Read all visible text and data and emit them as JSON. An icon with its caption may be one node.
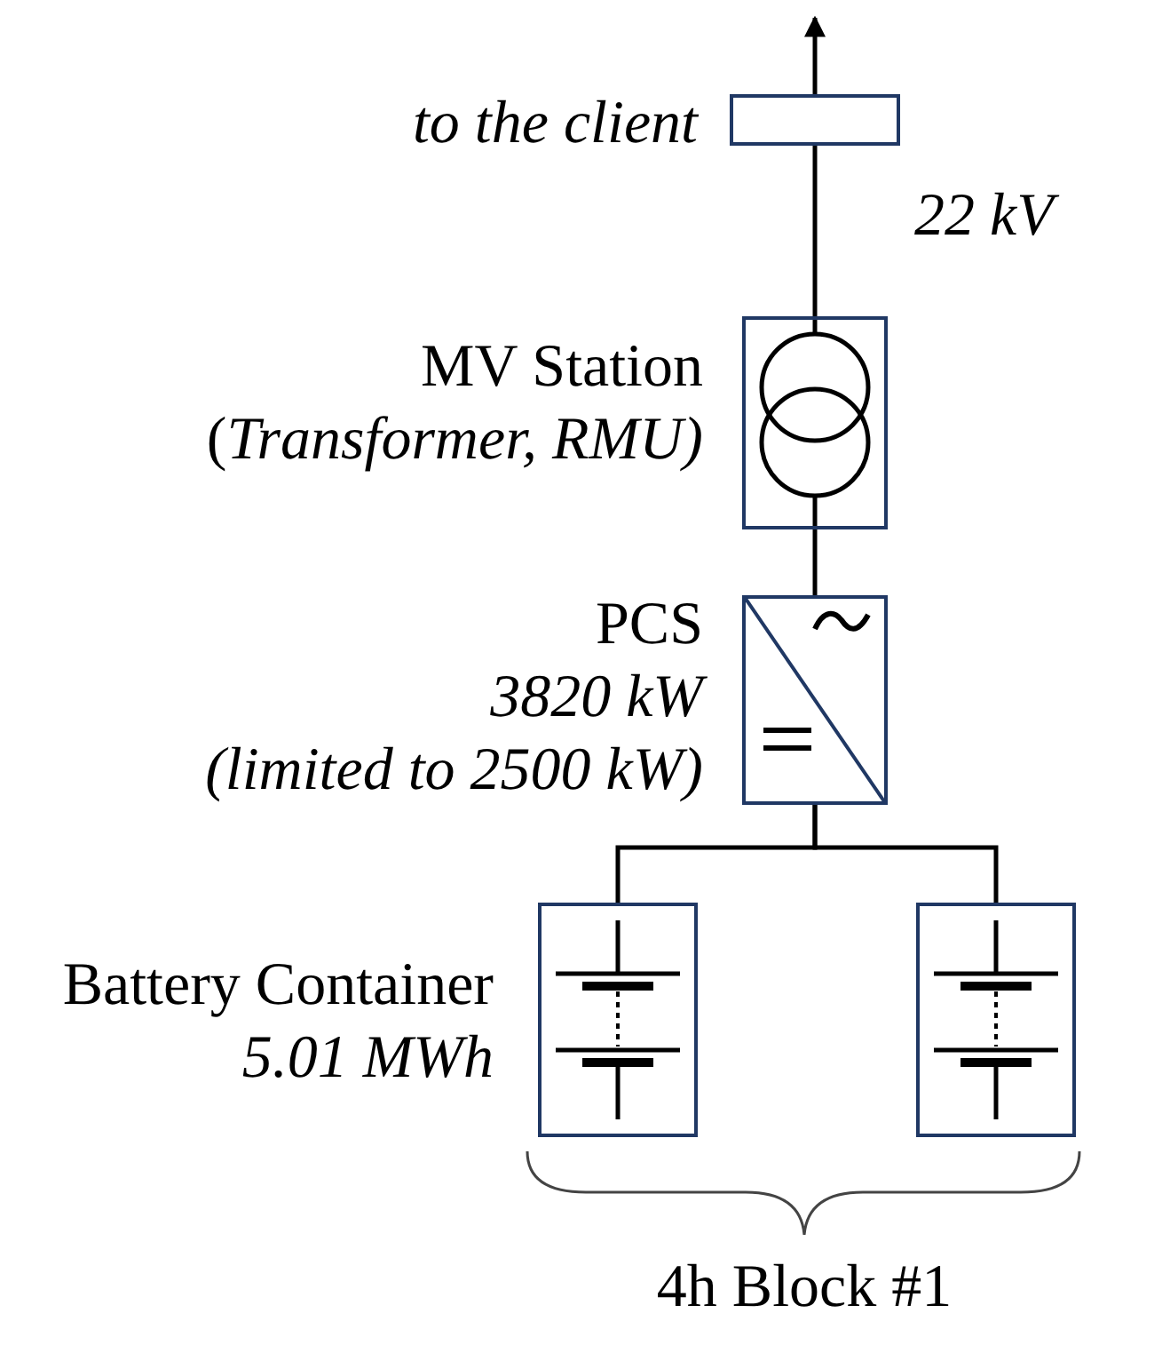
{
  "diagram": {
    "nodes": [
      {
        "text": [],
        "shape": "box",
        "beside": [
          "to the client"
        ]
      },
      {
        "text": [],
        "shape": "box",
        "beside": [
          "MV Station",
          "(*Transformer, RMU)*"
        ]
      },
      {
        "text": [],
        "shape": "box",
        "beside": [
          "PCS",
          "3820 kW",
          "(limited to 2500 kW)"
        ]
      },
      {
        "text": [],
        "shape": "box",
        "beside": [
          "Battery Container",
          "5.01 MWh"
        ]
      },
      {
        "text": [],
        "shape": "box"
      }
    ],
    "edges": [
      {
        "from": 0,
        "to": null,
        "arrow": "to"
      },
      {
        "from": 0,
        "to": 1,
        "arrow": "none",
        "label": "22 kV"
      },
      {
        "from": 1,
        "to": 2,
        "arrow": "none"
      },
      {
        "from": 2,
        "to": 3,
        "arrow": "none"
      },
      {
        "from": 2,
        "to": 4,
        "arrow": "none"
      }
    ],
    "labels": [
      "4h Block #1"
    ]
  }
}
